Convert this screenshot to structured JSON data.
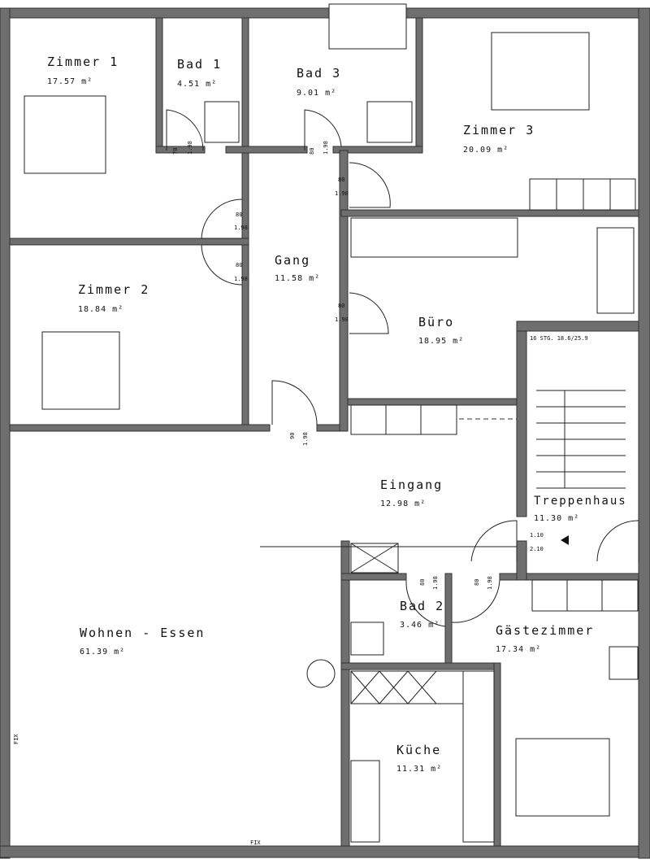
{
  "rooms": [
    {
      "name": "Zimmer 1",
      "area": "17.57 m²"
    },
    {
      "name": "Bad 1",
      "area": "4.51 m²"
    },
    {
      "name": "Bad 3",
      "area": "9.01 m²"
    },
    {
      "name": "Zimmer 3",
      "area": "20.09 m²"
    },
    {
      "name": "Zimmer 2",
      "area": "18.84 m²"
    },
    {
      "name": "Gang",
      "area": "11.58 m²"
    },
    {
      "name": "Büro",
      "area": "18.95 m²"
    },
    {
      "name": "Treppenhaus",
      "area": "11.30 m²"
    },
    {
      "name": "Eingang",
      "area": "12.98 m²"
    },
    {
      "name": "Wohnen - Essen",
      "area": "61.39 m²"
    },
    {
      "name": "Bad 2",
      "area": "3.46 m²"
    },
    {
      "name": "Gästezimmer",
      "area": "17.34 m²"
    },
    {
      "name": "Küche",
      "area": "11.31 m²"
    }
  ],
  "annotations": {
    "stairs": "16 STG. 18.6/25.9",
    "level_top": "1.10",
    "level_bottom": "2.10",
    "fix_left": "FIX",
    "fix_bottom": "FIX"
  },
  "doors": [
    {
      "width": "70",
      "height": "1.98"
    },
    {
      "width": "80",
      "height": "1.98"
    },
    {
      "width": "80",
      "height": "1.98"
    },
    {
      "width": "80",
      "height": "1.98"
    },
    {
      "width": "80",
      "height": "1.98"
    },
    {
      "width": "80",
      "height": "1.98"
    },
    {
      "width": "90",
      "height": "1.98"
    },
    {
      "width": "80",
      "height": "1.98"
    },
    {
      "width": "80",
      "height": "1.98"
    }
  ],
  "colors": {
    "wall": "#6f6f6f",
    "background": "#ffffff"
  }
}
